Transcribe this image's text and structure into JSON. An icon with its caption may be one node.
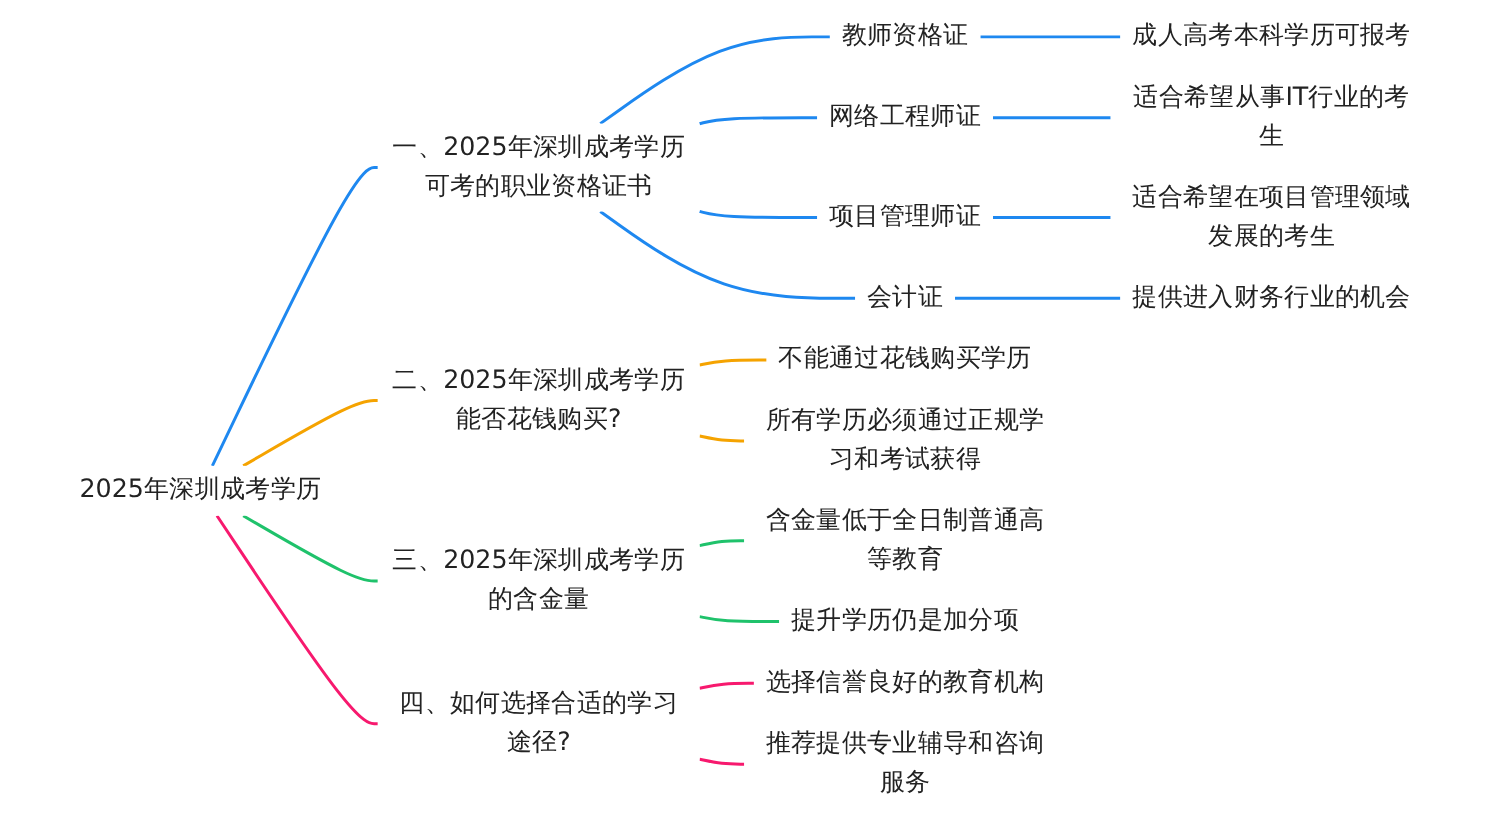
{
  "diagram": {
    "nodes": [
      {
        "text": [
          "2025年深圳成考学历"
        ]
      },
      {
        "text": [
          "一、2025年深圳成考学历可考的职业资格证书"
        ]
      },
      {
        "text": [
          "教师资格证"
        ]
      },
      {
        "text": [
          "成人高考本科学历可报考"
        ]
      },
      {
        "text": [
          "网络工程师证"
        ]
      },
      {
        "text": [
          "适合希望从事IT行业的考生"
        ]
      },
      {
        "text": [
          "项目管理师证"
        ]
      },
      {
        "text": [
          "适合希望在项目管理领域发展的考生"
        ]
      },
      {
        "text": [
          "会计证"
        ]
      },
      {
        "text": [
          "提供进入财务行业的机会"
        ]
      },
      {
        "text": [
          "二、2025年深圳成考学历能否花钱购买?"
        ]
      },
      {
        "text": [
          "不能通过花钱购买学历"
        ]
      },
      {
        "text": [
          "所有学历必须通过正规学习和考试获得"
        ]
      },
      {
        "text": [
          "三、2025年深圳成考学历的含金量"
        ]
      },
      {
        "text": [
          "含金量低于全日制普通高等教育"
        ]
      },
      {
        "text": [
          "提升学历仍是加分项"
        ]
      },
      {
        "text": [
          "四、如何选择合适的学习途径?"
        ]
      },
      {
        "text": [
          "选择信誉良好的教育机构"
        ]
      },
      {
        "text": [
          "推荐提供专业辅导和咨询服务"
        ]
      }
    ],
    "edges": [
      {
        "from": 0,
        "to": 1,
        "arrow": "none"
      },
      {
        "from": 1,
        "to": 2,
        "arrow": "none"
      },
      {
        "from": 2,
        "to": 3,
        "arrow": "none"
      },
      {
        "from": 1,
        "to": 4,
        "arrow": "none"
      },
      {
        "from": 4,
        "to": 5,
        "arrow": "none"
      },
      {
        "from": 1,
        "to": 6,
        "arrow": "none"
      },
      {
        "from": 6,
        "to": 7,
        "arrow": "none"
      },
      {
        "from": 1,
        "to": 8,
        "arrow": "none"
      },
      {
        "from": 8,
        "to": 9,
        "arrow": "none"
      },
      {
        "from": 0,
        "to": 10,
        "arrow": "none",
        "color": "#f5a300"
      },
      {
        "from": 10,
        "to": 11,
        "arrow": "none",
        "color": "#f5a300"
      },
      {
        "from": 10,
        "to": 12,
        "arrow": "none",
        "color": "#f5a300"
      },
      {
        "from": 0,
        "to": 13,
        "arrow": "none",
        "color": "#1fc26b"
      },
      {
        "from": 13,
        "to": 14,
        "arrow": "none",
        "color": "#1fc26b"
      },
      {
        "from": 13,
        "to": 15,
        "arrow": "none",
        "color": "#1fc26b"
      },
      {
        "from": 0,
        "to": 16,
        "arrow": "none",
        "color": "#f7196e"
      },
      {
        "from": 16,
        "to": 17,
        "arrow": "none",
        "color": "#f7196e"
      },
      {
        "from": 16,
        "to": 18,
        "arrow": "none",
        "color": "#f7196e"
      }
    ]
  }
}
